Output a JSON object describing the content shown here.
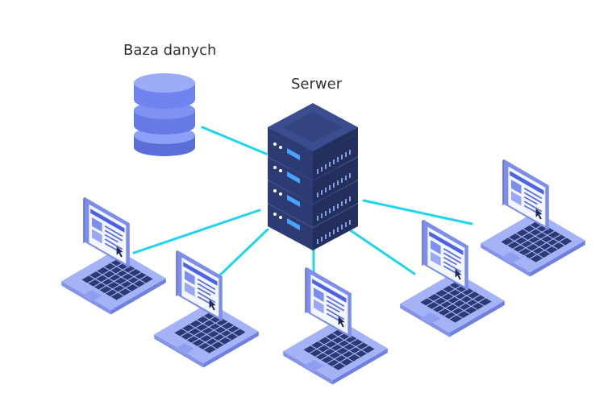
{
  "labels": {
    "database": "Baza danych",
    "server": "Serwer"
  },
  "colors": {
    "connection": "#21d4ee",
    "server_dark": "#232f5c",
    "server_mid": "#2d3b72",
    "server_top": "#384a8a",
    "server_led": "#4aa3ff",
    "database_light": "#8d9ff7",
    "database_mid": "#7083ee",
    "database_dark": "#5b6ed8",
    "laptop_body": "#a4b2f6",
    "laptop_keys": "#2c3a73",
    "laptop_screen": "#f3f6ff",
    "laptop_ui_accent": "#4e63e3"
  },
  "nodes": {
    "database": {
      "icon": "database-icon"
    },
    "server": {
      "icon": "server-rack-icon",
      "units": 4
    },
    "clients": [
      {
        "icon": "laptop-icon"
      },
      {
        "icon": "laptop-icon"
      },
      {
        "icon": "laptop-icon"
      },
      {
        "icon": "laptop-icon"
      },
      {
        "icon": "laptop-icon"
      }
    ]
  }
}
